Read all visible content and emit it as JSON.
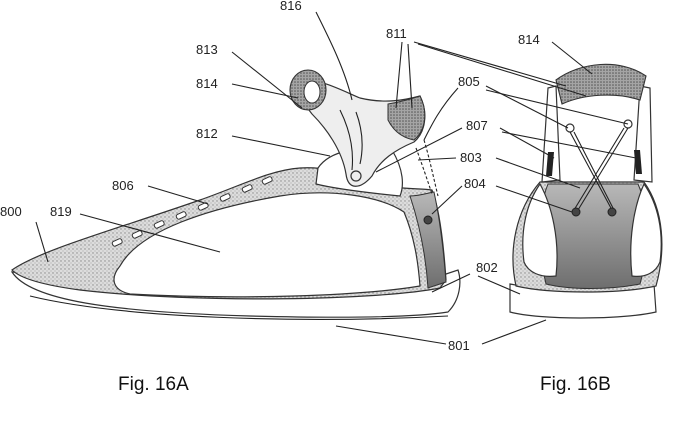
{
  "figures": {
    "a": {
      "caption": "Fig. 16A"
    },
    "b": {
      "caption": "Fig. 16B"
    }
  },
  "reference_numerals": {
    "r816": "816",
    "r811": "811",
    "r814a": "814",
    "r814b": "814",
    "r813": "813",
    "r805": "805",
    "r807": "807",
    "r812": "812",
    "r803": "803",
    "r806": "806",
    "r804": "804",
    "r800": "800",
    "r819": "819",
    "r802": "802",
    "r801": "801"
  },
  "colors": {
    "stipple_dark": "#8a8a8a",
    "stipple_light": "#cfcfcf",
    "outline": "#333333",
    "line": "#222222",
    "fill_white": "#ffffff"
  }
}
